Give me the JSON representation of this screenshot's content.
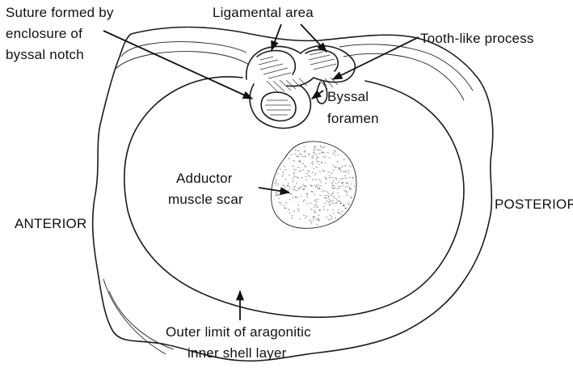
{
  "diagram": {
    "labels": {
      "suture_line1": "Suture formed by",
      "suture_line2": "enclosure of",
      "suture_line3": "byssal notch",
      "ligamental_area": "Ligamental area",
      "tooth_like_process": "Tooth-like process",
      "byssal_line1": "Byssal",
      "byssal_line2": "foramen",
      "adductor_line1": "Adductor",
      "adductor_line2": "muscle scar",
      "anterior": "ANTERIOR",
      "posterior": "POSTERIOR",
      "outer_limit_line1": "Outer limit of aragonitic",
      "outer_limit_line2": "inner shell layer"
    },
    "colors": {
      "ink": "#111111",
      "paper": "#ffffff"
    }
  }
}
